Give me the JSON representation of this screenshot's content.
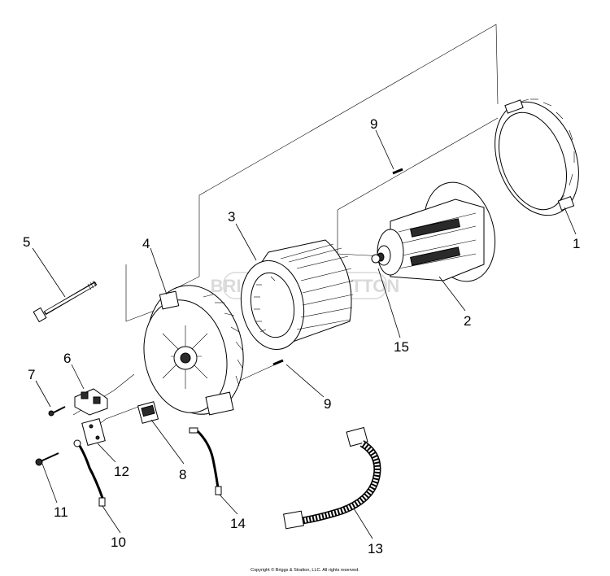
{
  "diagram": {
    "callouts": [
      "1",
      "2",
      "3",
      "4",
      "5",
      "6",
      "7",
      "8",
      "9",
      "9",
      "10",
      "11",
      "12",
      "13",
      "14",
      "15"
    ],
    "watermark": "BRIGGS & STRATTON",
    "copyright": "Copyright © Briggs & Stratton, LLC. All rights reserved."
  }
}
